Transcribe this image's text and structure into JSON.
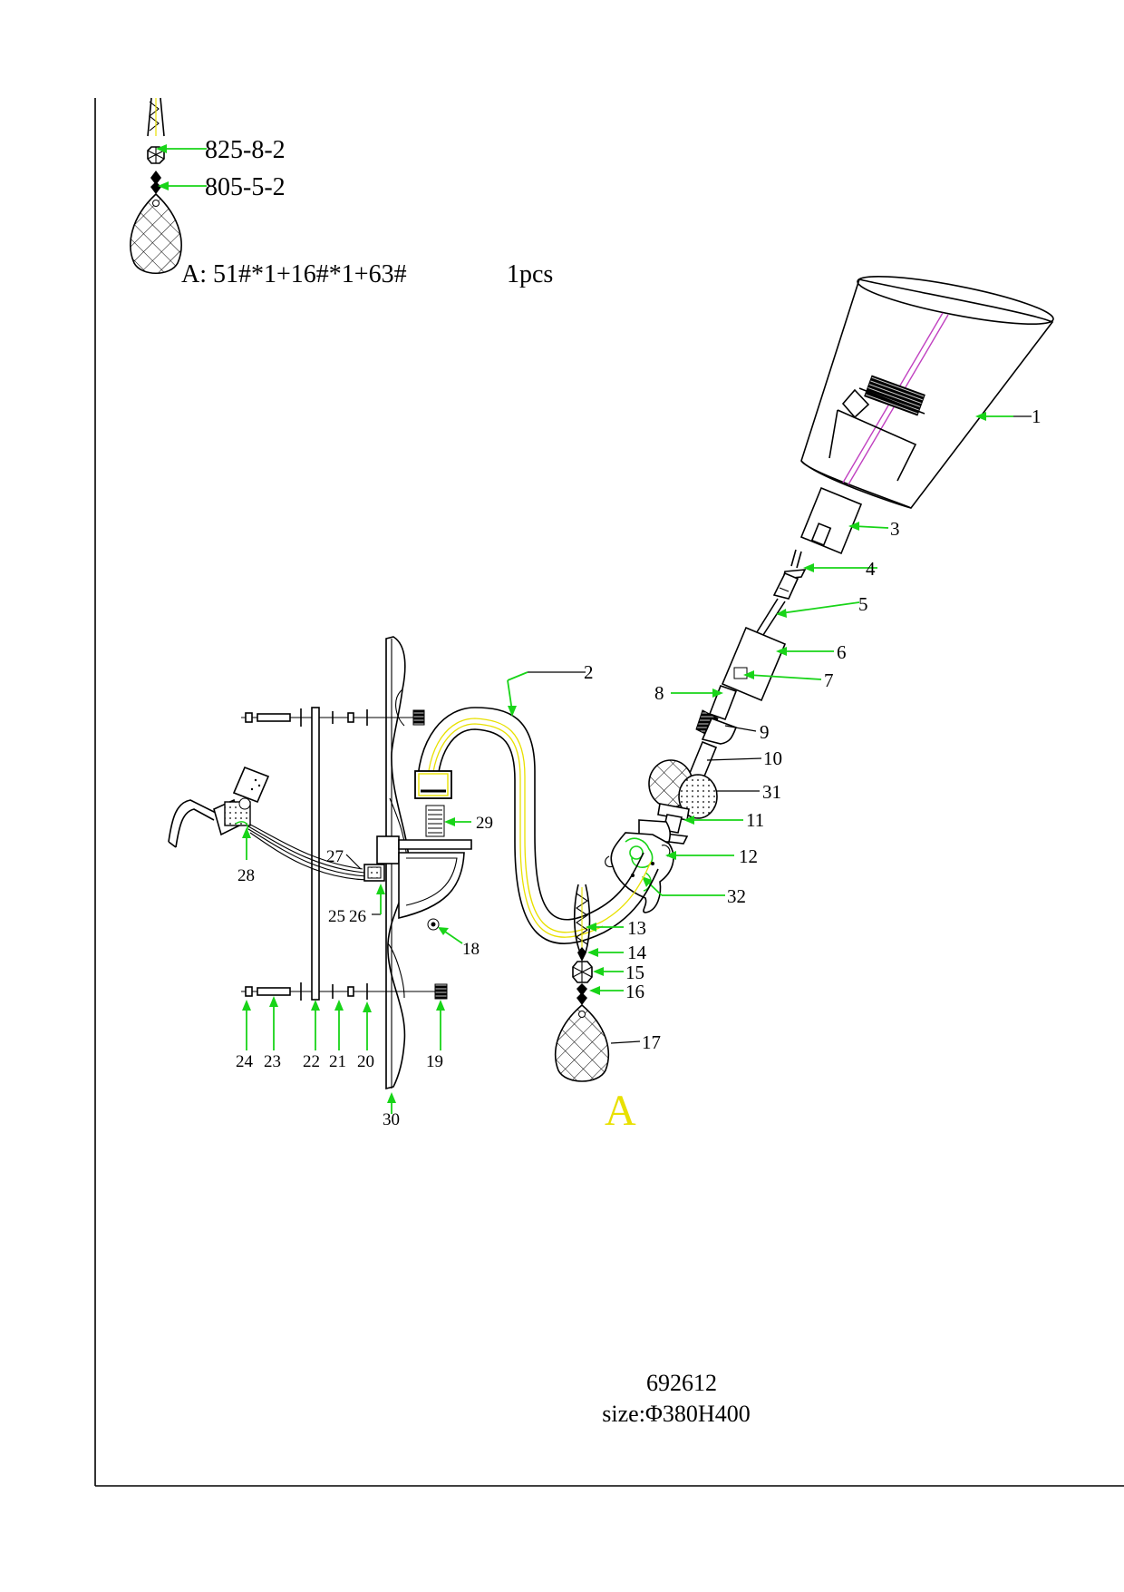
{
  "model_number": "692612",
  "size_text": "size:Φ380H400",
  "detail": {
    "callout": "A",
    "parts_line": "A: 51#*1+16#*1+63#",
    "quantity": "1pcs",
    "codes": [
      "825-8-2",
      "805-5-2"
    ]
  },
  "part_labels": {
    "p1": "1",
    "p2": "2",
    "p3": "3",
    "p4": "4",
    "p5": "5",
    "p6": "6",
    "p7": "7",
    "p8": "8",
    "p9": "9",
    "p10": "10",
    "p11": "11",
    "p12": "12",
    "p13": "13",
    "p14": "14",
    "p15": "15",
    "p16": "16",
    "p17": "17",
    "p18": "18",
    "p19": "19",
    "p20": "20",
    "p21": "21",
    "p22": "22",
    "p23": "23",
    "p24": "24",
    "p25": "25",
    "p26": "26",
    "p27": "27",
    "p28": "28",
    "p29": "29",
    "p30": "30",
    "p31": "31",
    "p32": "32"
  },
  "colors": {
    "leader": "#18d418",
    "callout": "#e8e000",
    "line": "#000000",
    "rod": "#c040c0"
  }
}
